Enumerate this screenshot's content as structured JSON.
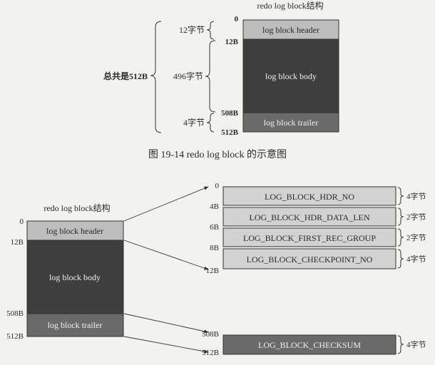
{
  "fig1": {
    "title": "redo log block结构",
    "total": "总共是512B",
    "offsets": [
      "0",
      "12B",
      "508B",
      "512B"
    ],
    "sizes": [
      "12字节",
      "496字节",
      "4字节"
    ],
    "blocks": [
      "log block header",
      "log block body",
      "log block trailer"
    ],
    "caption": "图 19-14   redo log block 的示意图"
  },
  "fig2": {
    "title": "redo log block结构",
    "left_offsets": [
      "0",
      "12B",
      "508B",
      "512B"
    ],
    "left_blocks": [
      "log block header",
      "log block body",
      "log block trailer"
    ],
    "header_offsets": [
      "0",
      "4B",
      "6B",
      "8B",
      "12B"
    ],
    "header_fields": [
      {
        "name": "LOG_BLOCK_HDR_NO",
        "size": "4字节"
      },
      {
        "name": "LOG_BLOCK_HDR_DATA_LEN",
        "size": "2字节"
      },
      {
        "name": "LOG_BLOCK_FIRST_REC_GROUP",
        "size": "2字节"
      },
      {
        "name": "LOG_BLOCK_CHECKPOINT_NO",
        "size": "4字节"
      }
    ],
    "trailer_offsets": [
      "508B",
      "512B"
    ],
    "trailer_field": {
      "name": "LOG_BLOCK_CHECKSUM",
      "size": "4字节"
    }
  },
  "colors": {
    "header_fill": "#bdbdbd",
    "body_fill": "#3e3e3e",
    "trailer_fill": "#6a6a6a",
    "field_fill": "#d2d2d2",
    "stroke": "#333333",
    "light_text": "#f0f0f0",
    "dark_text": "#222222"
  }
}
